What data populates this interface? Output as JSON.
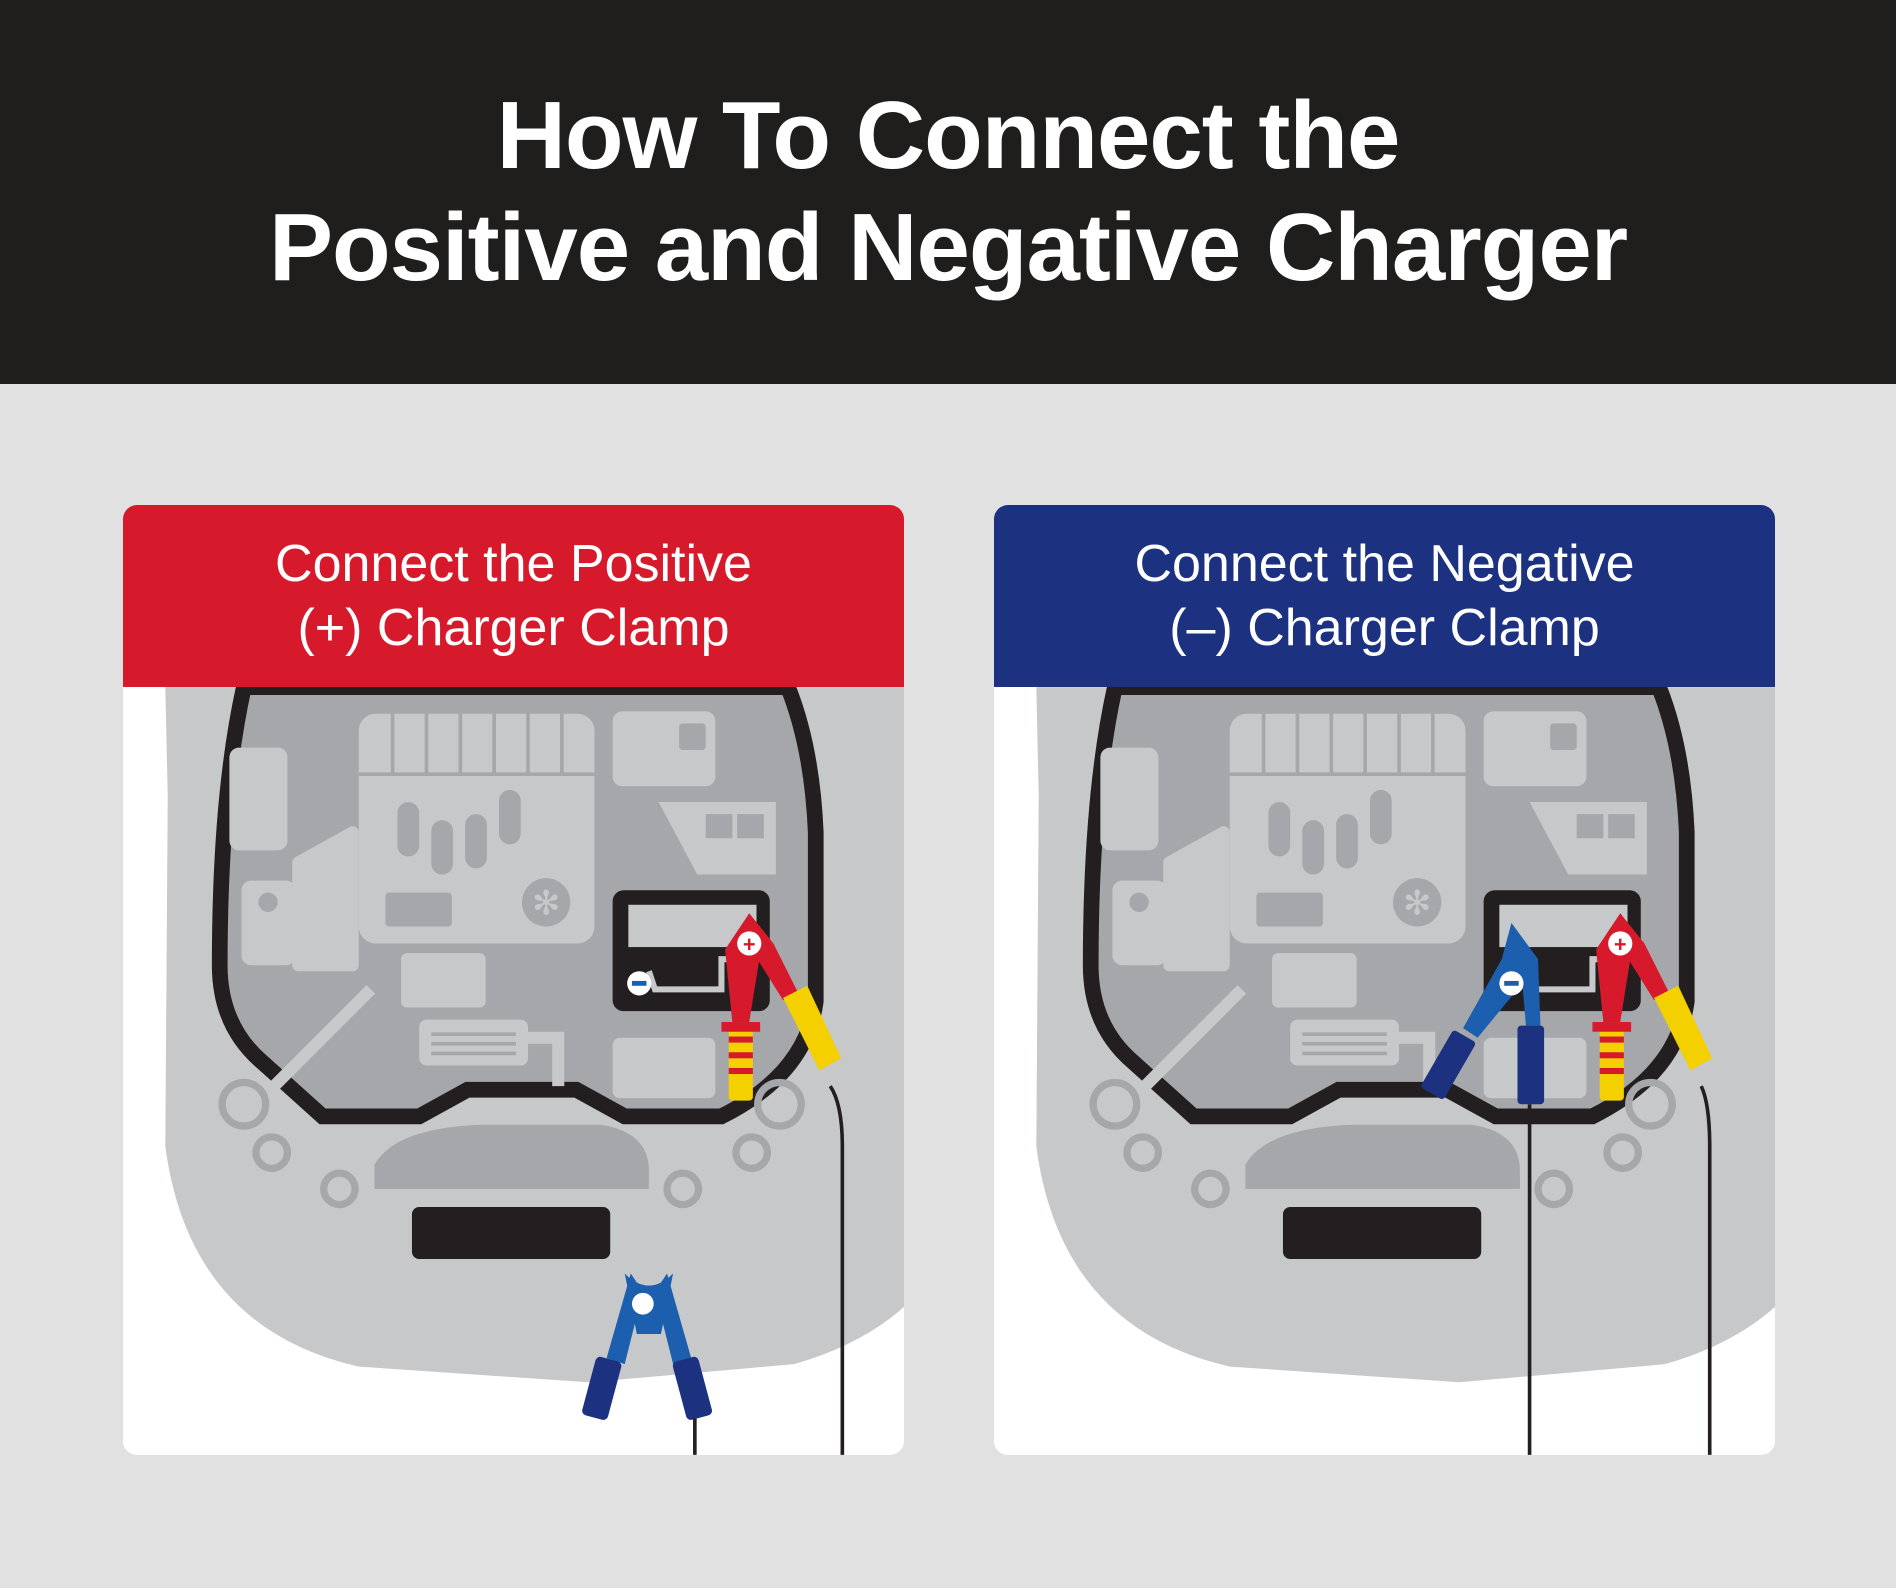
{
  "header": {
    "title_line1": "How To Connect the",
    "title_line2": "Positive and Negative Charger"
  },
  "steps": [
    {
      "line1": "Connect the Positive",
      "line2": "(+) Charger Clamp",
      "color": "#d71a2b"
    },
    {
      "line1": "Connect the Negative",
      "line2": "(–) Charger Clamp",
      "color": "#1c3281"
    }
  ],
  "terminals": {
    "positive": "+",
    "negative": "–"
  }
}
